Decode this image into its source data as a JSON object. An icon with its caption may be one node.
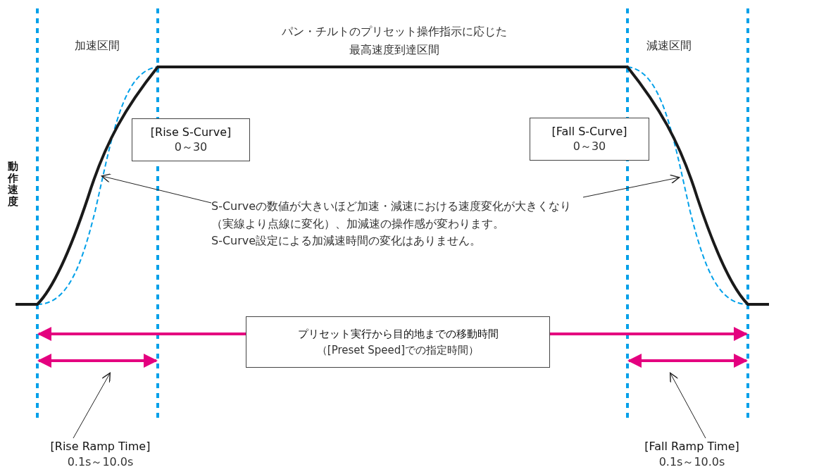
{
  "diagram": {
    "nodes": [
      {
        "text": [
          "[Rise S-Curve]",
          "0～30"
        ]
      },
      {
        "text": [
          "[Fall S-Curve]",
          "0～30"
        ]
      },
      {
        "text": [
          "S-Curveの数値が大きいほど加速・減速における速度変化が大きくなり（実線より点線に変化）、加減速の操作感が変わります。",
          "S-Curve設定による加減速時間の変化はありません。"
        ]
      },
      {
        "text": [
          "プリセット実行から目的地までの移動時間",
          "（[Preset Speed]での指定時間）"
        ]
      },
      {
        "text": [
          "[Rise Ramp Time]",
          "0.1s～10.0s"
        ]
      },
      {
        "text": [
          "[Fall Ramp Time]",
          "0.1s～10.0s"
        ]
      }
    ],
    "edges": [
      {
        "from": 2,
        "to": null,
        "arrow": "to"
      },
      {
        "from": 2,
        "to": null,
        "arrow": "to"
      },
      {
        "from": 3,
        "to": null,
        "arrow": "to",
        "style": "thick",
        "color": "#e4007f"
      },
      {
        "from": 3,
        "to": null,
        "arrow": "to",
        "style": "thick",
        "color": "#e4007f"
      },
      {
        "from": 4,
        "to": null,
        "arrow": "to"
      },
      {
        "from": 5,
        "to": null,
        "arrow": "to"
      }
    ],
    "labels": [
      "パン・チルトのプリセット操作指示に応じた最高速度到達区間",
      "加速区間",
      "減速区間",
      "動作速度"
    ]
  }
}
